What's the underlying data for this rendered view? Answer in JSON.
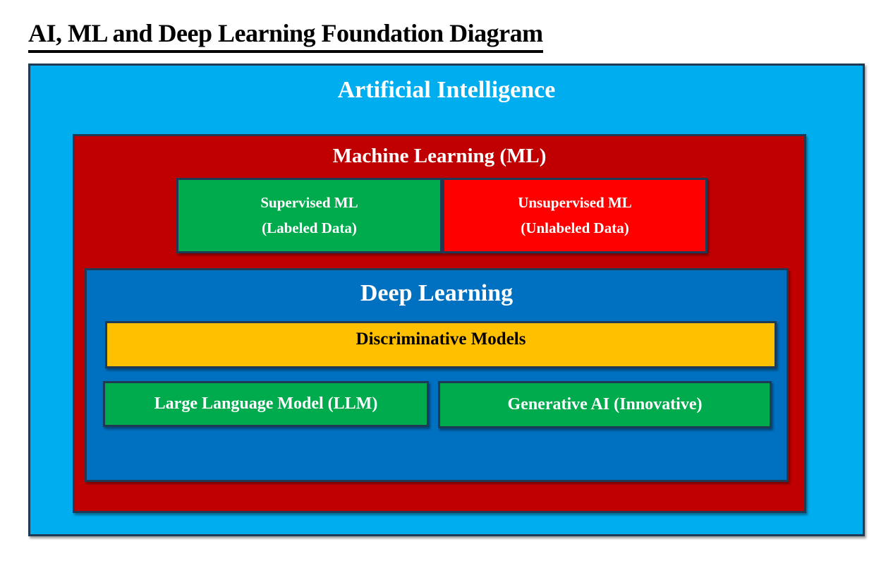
{
  "title": "AI, ML and Deep Learning Foundation Diagram",
  "diagram": {
    "border_color": "#1E3A55",
    "ai": {
      "label": "Artificial Intelligence",
      "fill": "#00AEEF",
      "text_color": "#FFFFFF"
    },
    "ml": {
      "label": "Machine Learning (ML)",
      "fill": "#C00000",
      "text_color": "#FFFFFF"
    },
    "supervised_ml": {
      "label_line1": "Supervised ML",
      "label_line2": "(Labeled Data)",
      "fill": "#00AB4E",
      "text_color": "#FFFFFF"
    },
    "unsupervised_ml": {
      "label_line1": "Unsupervised ML",
      "label_line2": "(Unlabeled Data)",
      "fill": "#FE0000",
      "text_color": "#FFFFFF"
    },
    "deep_learning": {
      "label": "Deep Learning",
      "fill": "#0070C0",
      "text_color": "#FFFFFF"
    },
    "discriminative_models": {
      "label": "Discriminative Models",
      "fill": "#FFC000",
      "text_color": "#000000"
    },
    "llm": {
      "label": "Large Language Model (LLM)",
      "fill": "#00AB4E",
      "text_color": "#FFFFFF"
    },
    "generative_ai": {
      "label": "Generative AI (Innovative)",
      "fill": "#00AB4E",
      "text_color": "#FFFFFF"
    }
  }
}
